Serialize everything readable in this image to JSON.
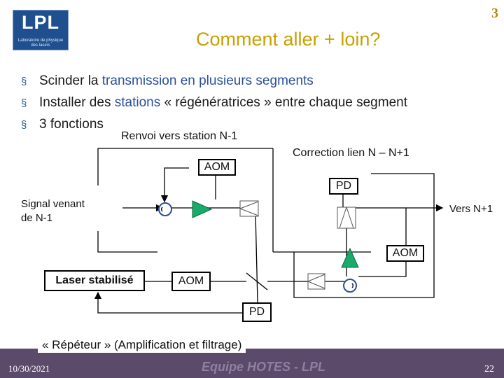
{
  "header": {
    "logo_text": "LPL",
    "logo_subtitle": "Laboratoire de physique des lasers",
    "slide_number_top": "3",
    "title": "Comment aller + loin?"
  },
  "bullets": [
    {
      "prefix": "Scinder la ",
      "highlight": "transmission en plusieurs segments",
      "suffix": ""
    },
    {
      "prefix": "Installer des ",
      "highlight": "stations",
      "suffix": " « régénératrices » entre chaque segment"
    },
    {
      "prefix": "3 fonctions",
      "highlight": "",
      "suffix": ""
    }
  ],
  "diagram": {
    "label_renvoi": "Renvoi vers station N-1",
    "label_correction": "Correction lien N – N+1",
    "label_signal_line1": "Signal venant",
    "label_signal_line2": "de N-1",
    "label_vers": "Vers N+1",
    "aom_top": "AOM",
    "pd_top": "PD",
    "aom_right": "AOM",
    "laser": "Laser stabilisé",
    "aom_bottom": "AOM",
    "pd_bottom": "PD",
    "caption": "« Répéteur » (Amplification et filtrage)",
    "colors": {
      "amplifier": "#1aaa6a",
      "circulator": "#2a4f9a"
    }
  },
  "footer": {
    "date": "10/30/2021",
    "team": "Equipe HOTES - LPL",
    "page": "22"
  }
}
